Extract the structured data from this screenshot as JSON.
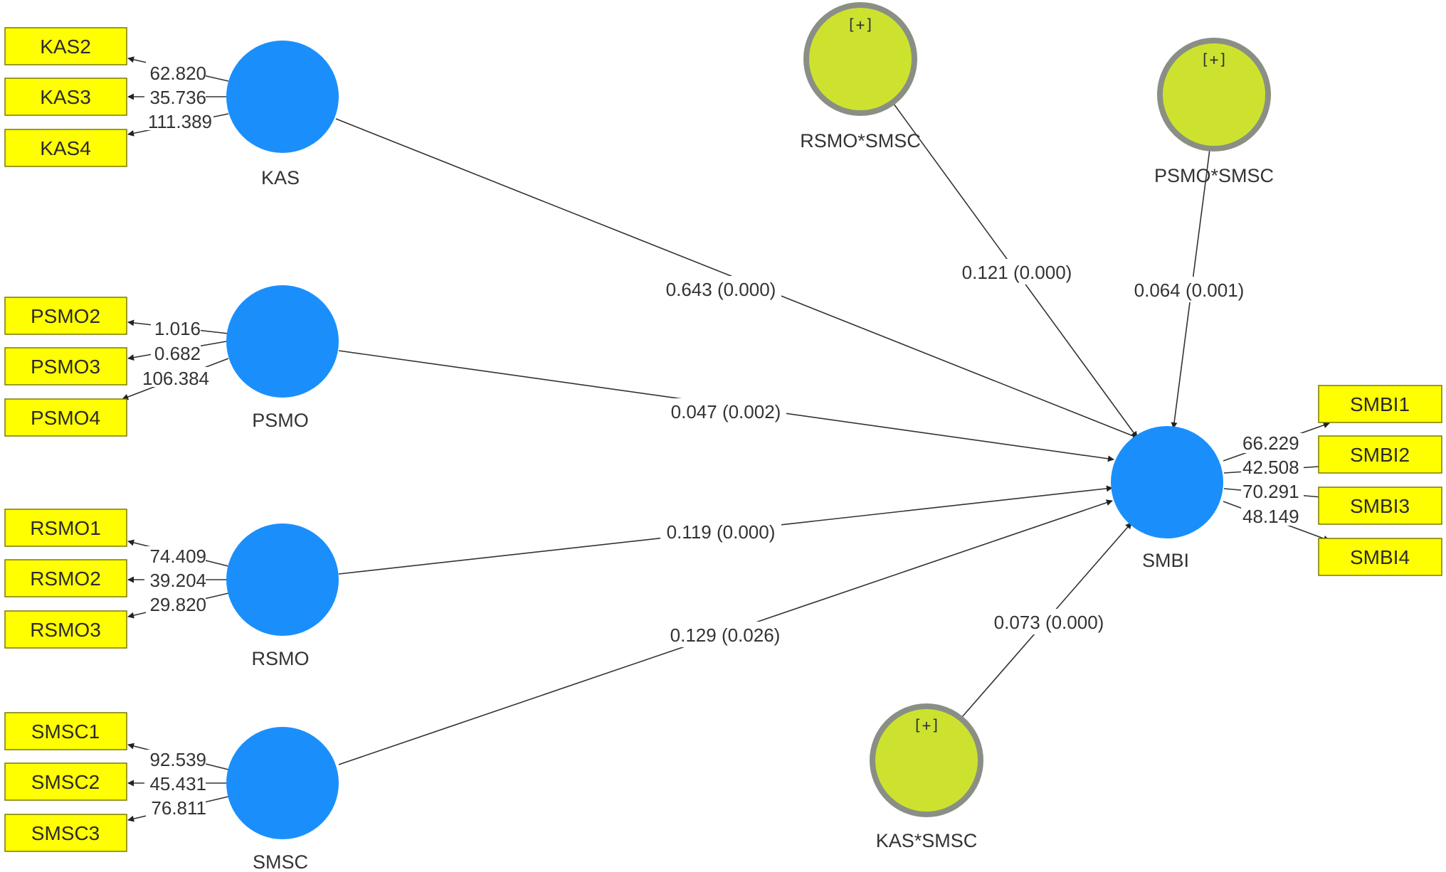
{
  "colors": {
    "construct": "#1a8ffc",
    "moderator": "#cde22f",
    "moderator_ring": "#8a8f85",
    "indicator": "#ffff00"
  },
  "constructs": {
    "KAS": "KAS",
    "PSMO": "PSMO",
    "RSMO": "RSMO",
    "SMSC": "SMSC",
    "SMBI": "SMBI"
  },
  "moderators": {
    "rsmo_smsc": {
      "label": "RSMO*SMSC",
      "badge": "[+]"
    },
    "psmo_smsc": {
      "label": "PSMO*SMSC",
      "badge": "[+]"
    },
    "kas_smsc": {
      "label": "KAS*SMSC",
      "badge": "[+]"
    }
  },
  "indicators": {
    "KAS": [
      {
        "label": "KAS2",
        "loading": "62.820"
      },
      {
        "label": "KAS3",
        "loading": "35.736"
      },
      {
        "label": "KAS4",
        "loading": "111.389"
      }
    ],
    "PSMO": [
      {
        "label": "PSMO2",
        "loading": "1.016"
      },
      {
        "label": "PSMO3",
        "loading": "0.682"
      },
      {
        "label": "PSMO4",
        "loading": "106.384"
      }
    ],
    "RSMO": [
      {
        "label": "RSMO1",
        "loading": "74.409"
      },
      {
        "label": "RSMO2",
        "loading": "39.204"
      },
      {
        "label": "RSMO3",
        "loading": "29.820"
      }
    ],
    "SMSC": [
      {
        "label": "SMSC1",
        "loading": "92.539"
      },
      {
        "label": "SMSC2",
        "loading": "45.431"
      },
      {
        "label": "SMSC3",
        "loading": "76.811"
      }
    ],
    "SMBI": [
      {
        "label": "SMBI1",
        "loading": "66.229"
      },
      {
        "label": "SMBI2",
        "loading": "42.508"
      },
      {
        "label": "SMBI3",
        "loading": "70.291"
      },
      {
        "label": "SMBI4",
        "loading": "48.149"
      }
    ]
  },
  "paths": {
    "kas_smbi": "0.643 (0.000)",
    "psmo_smbi": "0.047 (0.002)",
    "rsmo_smbi": "0.119 (0.000)",
    "smsc_smbi": "0.129 (0.026)",
    "rsmo_smsc_smbi": "0.121 (0.000)",
    "psmo_smsc_smbi": "0.064 (0.001)",
    "kas_smsc_smbi": "0.073 (0.000)"
  }
}
